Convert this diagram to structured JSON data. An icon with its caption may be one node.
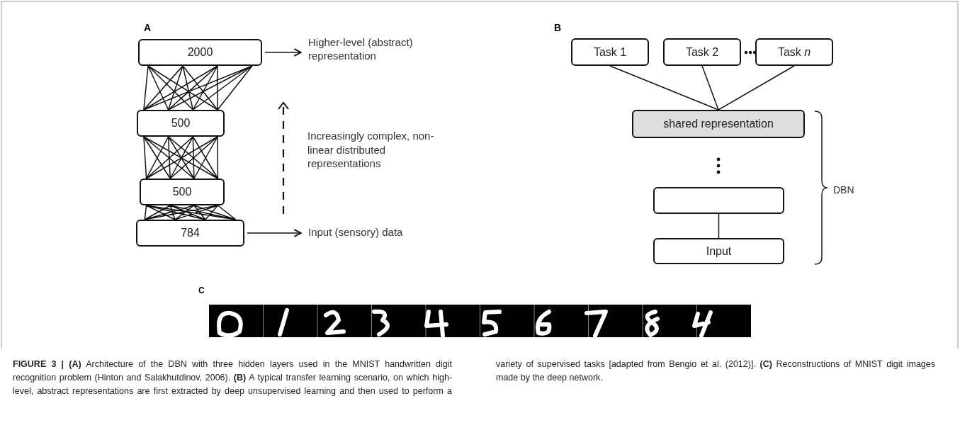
{
  "diagram": {
    "caption": "**FIGURE 3 | (A)** Architecture of the DBN with three hidden layers used in the MNIST handwritten digit recognition problem (Hinton and Salakhutdinov, 2006). **(B)** A typical transfer learning scenario, on which high-level, abstract representations are first extracted by deep unsupervised learning and then used to perform a variety of supervised tasks [adapted from Bengio et al. (2012)]. **(C)** Reconstructions of MNIST digit images made by the deep network.",
    "nodes": [
      {
        "text": [
          "2000"
        ]
      },
      {
        "text": [
          "500"
        ]
      },
      {
        "text": [
          "500"
        ]
      },
      {
        "text": [
          "784"
        ]
      },
      {
        "text": [
          "Higher-level (abstract) representation"
        ]
      },
      {
        "text": [
          "Input (sensory) data"
        ]
      },
      {
        "text": [
          "Task 1"
        ]
      },
      {
        "text": [
          "Task 2"
        ]
      },
      {
        "text": [
          "Task *n*"
        ]
      },
      {
        "text": [
          "shared representation"
        ]
      },
      {
        "text": [],
        "shape": "box"
      },
      {
        "text": [
          "Input"
        ]
      }
    ],
    "edges": [
      {
        "from": 0,
        "to": 1,
        "arrow": "none"
      },
      {
        "from": 1,
        "to": 2,
        "arrow": "none"
      },
      {
        "from": 2,
        "to": 3,
        "arrow": "none"
      },
      {
        "from": 0,
        "to": 4,
        "arrow": "to"
      },
      {
        "from": 3,
        "to": 5,
        "arrow": "to"
      },
      {
        "from": 6,
        "to": 9,
        "arrow": "none"
      },
      {
        "from": 7,
        "to": 9,
        "arrow": "none"
      },
      {
        "from": 8,
        "to": 9,
        "arrow": "none"
      },
      {
        "from": 10,
        "to": 11,
        "arrow": "none"
      }
    ],
    "labels": [
      "A",
      "B",
      "C",
      "Increasingly complex, non-linear distributed representations",
      "DBN"
    ]
  }
}
